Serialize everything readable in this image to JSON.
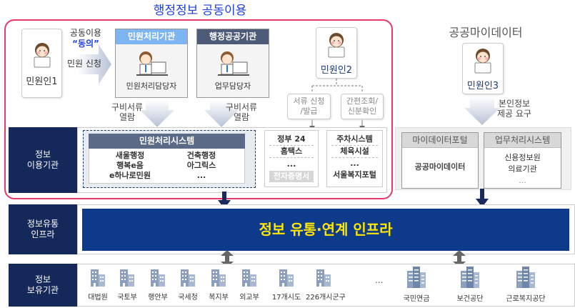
{
  "title": "행정정보 공동이용",
  "citizen1": "민원인1",
  "consent": {
    "line1": "공동이용",
    "line2": "“동의”",
    "line3": "민원 신청"
  },
  "org1": {
    "header": "민원처리기관",
    "staff": "민원처리담당자"
  },
  "org2": {
    "header": "행정공공기관",
    "staff": "업무담당자"
  },
  "view_docs": {
    "line1": "구비서류",
    "line2": "열람"
  },
  "citizen2": "민원인2",
  "branch1": {
    "line1": "서류 신청",
    "line2": "/발급"
  },
  "branch2": {
    "line1": "간편조회/",
    "line2": "신분확인"
  },
  "mydata": {
    "title": "공공마이데이터",
    "citizen3": "민원인3",
    "request_line1": "본인정보",
    "request_line2": "제공 요구",
    "portal": {
      "header": "마이데이터포털",
      "item": "공공마이데이터"
    },
    "biz": {
      "header": "업무처리시스템",
      "items": [
        "신용정보원",
        "의료기관",
        "..."
      ]
    }
  },
  "rows": {
    "user": {
      "line1": "정보",
      "line2": "이용기관"
    },
    "infra": {
      "line1": "정보유통",
      "line2": "인프라"
    },
    "holder": {
      "line1": "정보",
      "line2": "보유기관"
    }
  },
  "civil_system": {
    "header": "민원처리시스템",
    "left": [
      "새울행정",
      "행복e음",
      "e하나로민원"
    ],
    "right": [
      "건축행정",
      "아그릭스",
      "..."
    ]
  },
  "gov24": {
    "items": [
      "정부 24",
      "홈택스",
      "..."
    ],
    "badge": "전자증명서"
  },
  "parking": {
    "items": [
      "주차시스템",
      "체육시설",
      "...",
      "서울복지포털"
    ]
  },
  "infra_banner": "정보 유통·연계 인프라",
  "holders": [
    "대법원",
    "국토부",
    "행안부",
    "국세청",
    "복지부",
    "외교부",
    "17개시도",
    "226개시군구"
  ],
  "holders_ellipsis": "...",
  "holders2": [
    "국민연금",
    "보건공단",
    "근로복지공단"
  ]
}
